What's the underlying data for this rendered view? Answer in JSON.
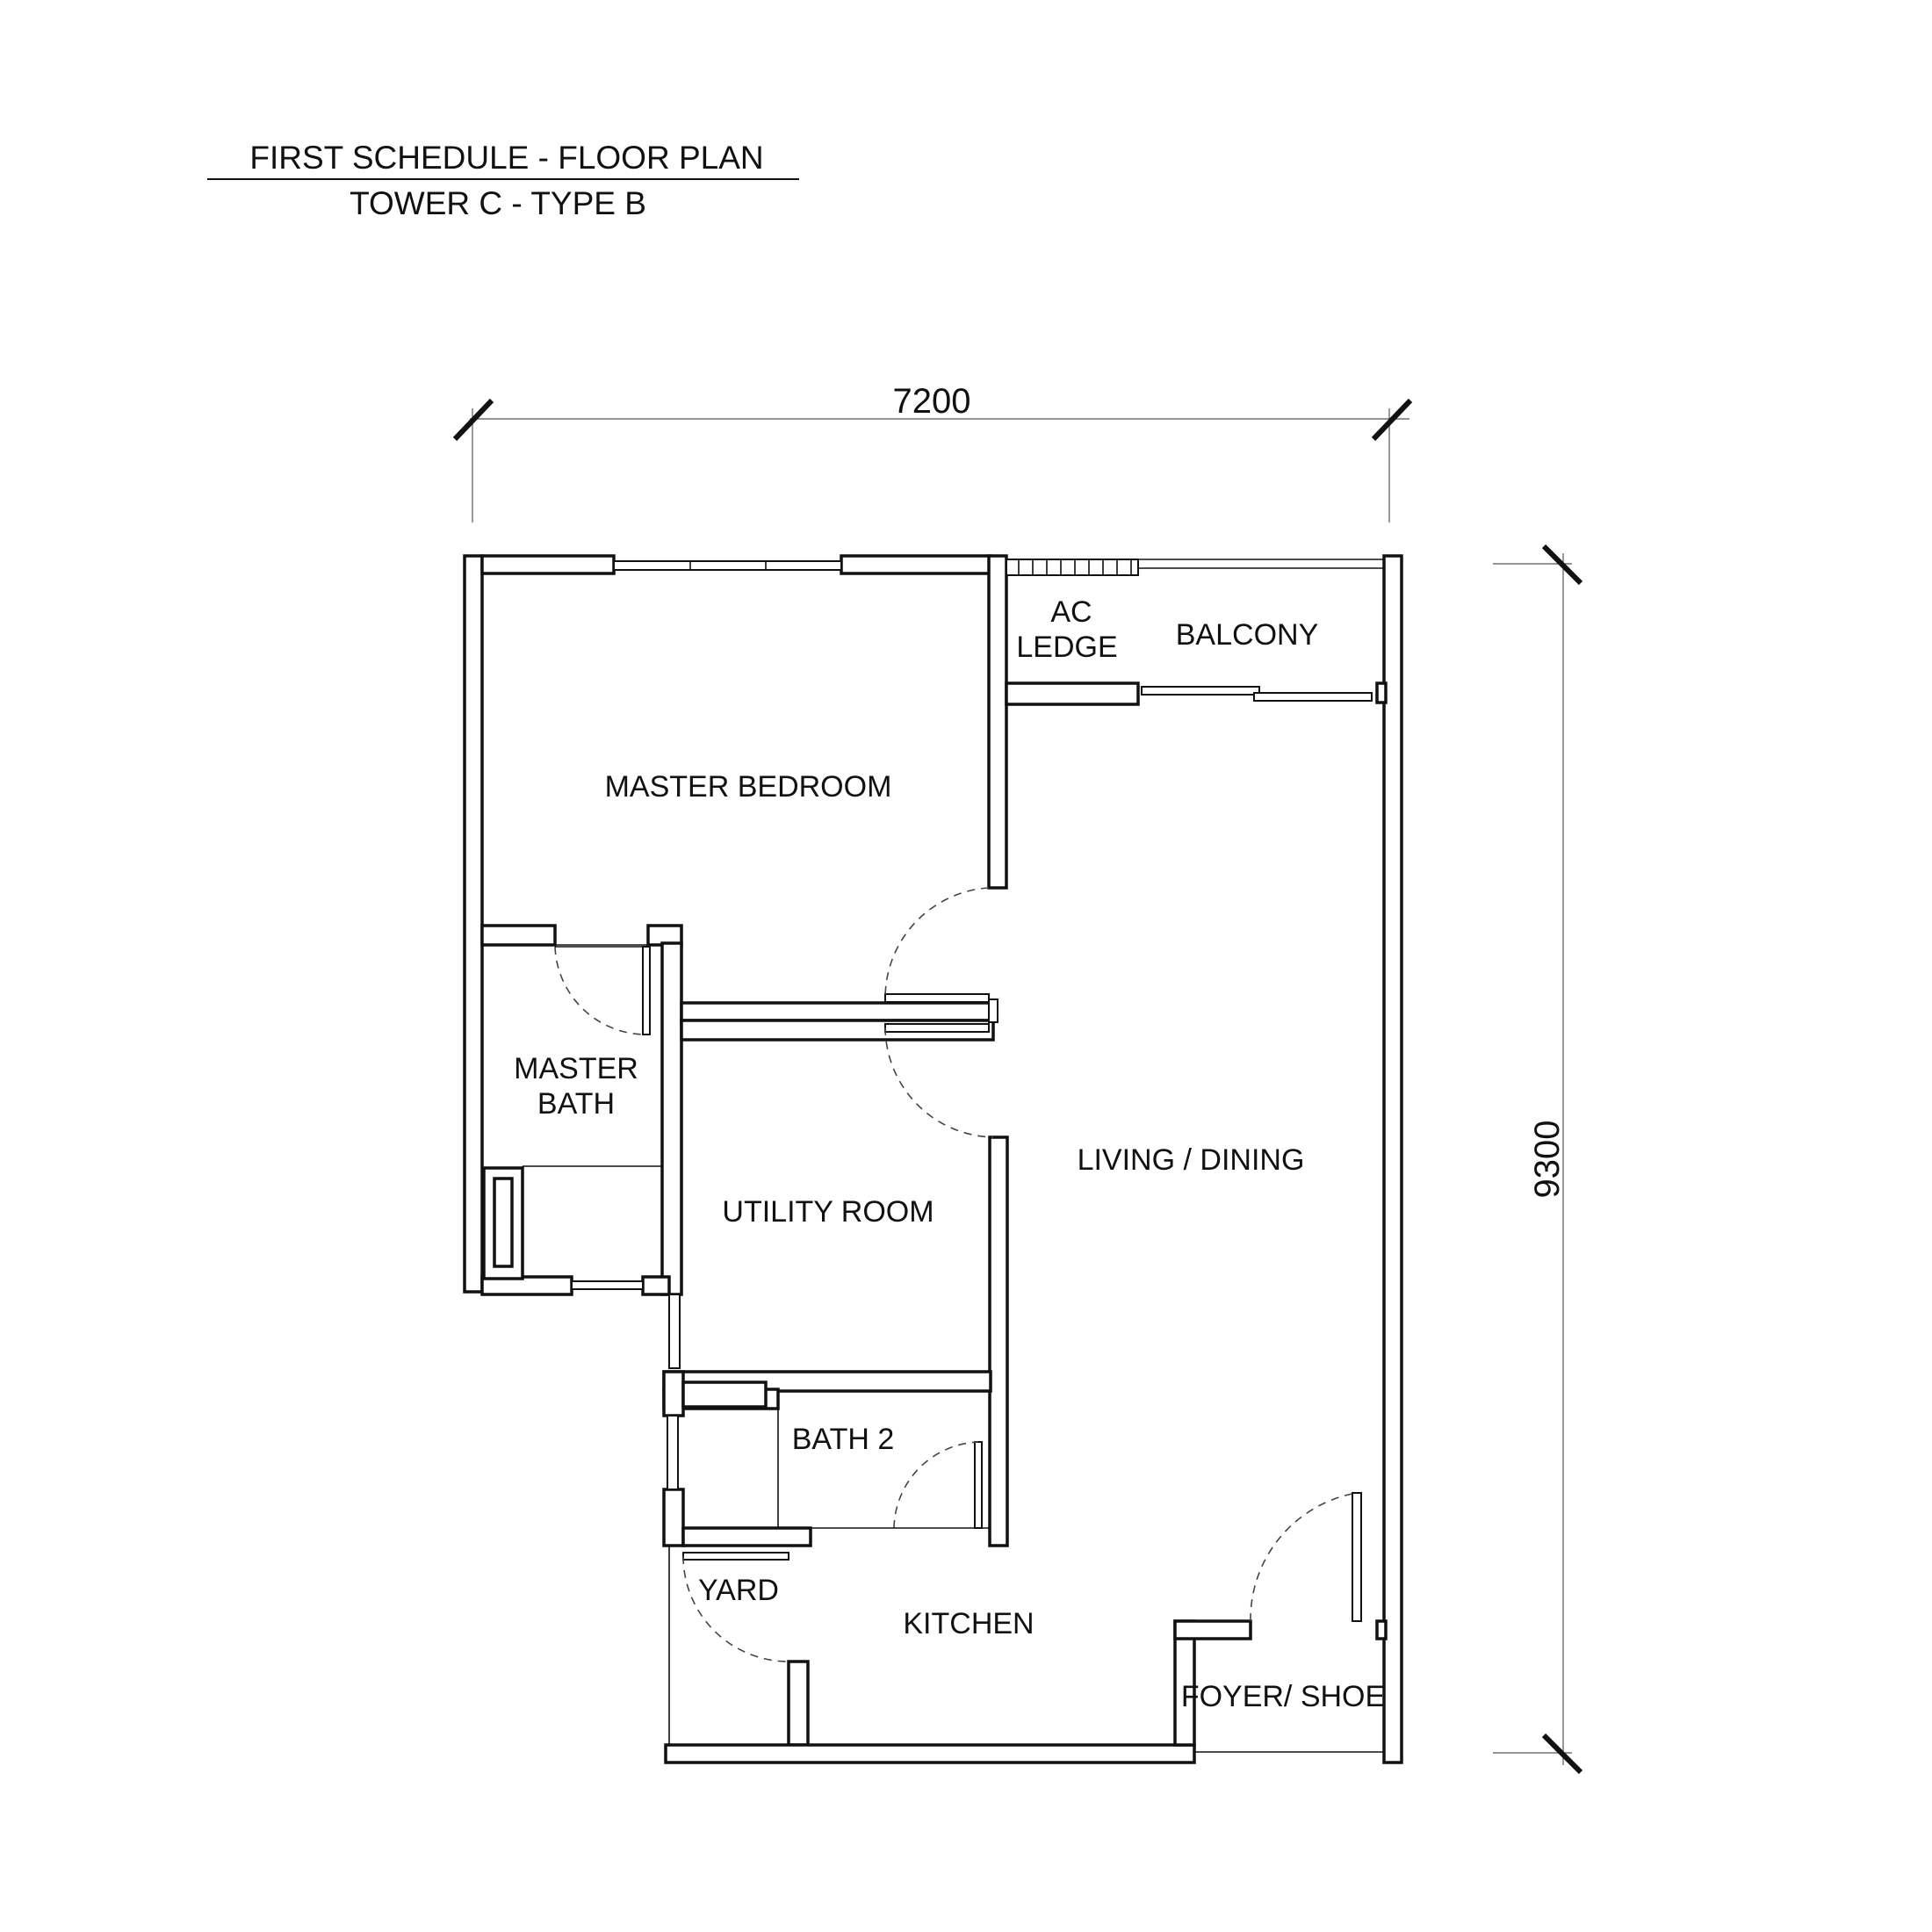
{
  "title": {
    "line1": "FIRST SCHEDULE - FLOOR PLAN",
    "line2": "TOWER C - TYPE B"
  },
  "dimensions": {
    "width": "7200",
    "height": "9300"
  },
  "rooms": {
    "ac_ledge_1": "AC",
    "ac_ledge_2": "LEDGE",
    "balcony": "BALCONY",
    "master_bedroom": "MASTER BEDROOM",
    "master_bath_1": "MASTER",
    "master_bath_2": "BATH",
    "living_dining": "LIVING / DINING",
    "utility_room": "UTILITY ROOM",
    "bath_2": "BATH 2",
    "yard": "YARD",
    "kitchen": "KITCHEN",
    "foyer": "FOYER/ SHOE"
  }
}
